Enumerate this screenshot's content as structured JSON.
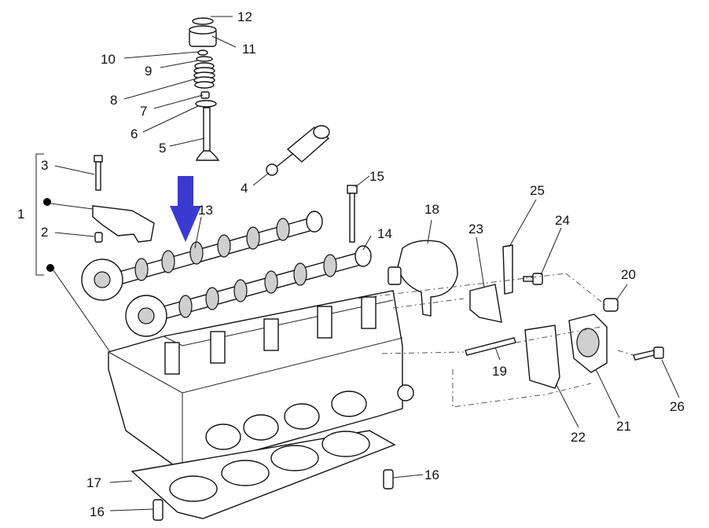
{
  "labels": {
    "l1": "1",
    "l2": "2",
    "l3": "3",
    "l4": "4",
    "l5": "5",
    "l6": "6",
    "l7": "7",
    "l8": "8",
    "l9": "9",
    "l10": "10",
    "l11": "11",
    "l12": "12",
    "l13": "13",
    "l14": "14",
    "l15": "15",
    "l16a": "16",
    "l16b": "16",
    "l17": "17",
    "l18": "18",
    "l19": "19",
    "l20": "20",
    "l21": "21",
    "l22": "22",
    "l23": "23",
    "l24": "24",
    "l25": "25",
    "l26": "26"
  },
  "colors": {
    "arrow": "#3a3ad0",
    "line": "#222222"
  },
  "icons": {
    "pointer": "down-arrow-icon",
    "bullet": "dot-icon"
  }
}
